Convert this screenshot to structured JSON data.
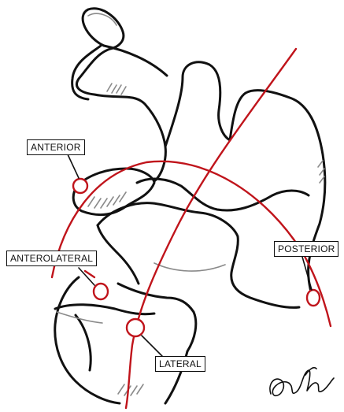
{
  "labels": {
    "anterior": "ANTERIOR",
    "anterolateral": "ANTEROLATERAL",
    "posterior": "POSTERIOR",
    "lateral": "LATERAL"
  },
  "colors": {
    "portal_line": "#c0141b",
    "outline": "#111111",
    "shading": "#8a8a8a",
    "background": "#ffffff"
  },
  "signature": "Alan Yeah",
  "portals": [
    "anterior",
    "anterolateral",
    "lateral",
    "posterior"
  ]
}
